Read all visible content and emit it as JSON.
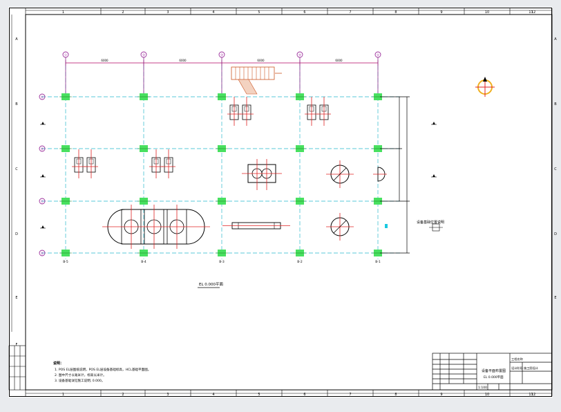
{
  "frame": {
    "top_numbers": [
      "1",
      "2",
      "3",
      "4",
      "5",
      "6",
      "7",
      "8",
      "9",
      "10",
      "11",
      "12"
    ],
    "bottom_numbers": [
      "1",
      "2",
      "3",
      "4",
      "5",
      "6",
      "7",
      "8",
      "9",
      "10",
      "11",
      "12"
    ],
    "side_letters": [
      "A",
      "B",
      "C",
      "D",
      "E",
      "F"
    ]
  },
  "grid": {
    "top_bubbles": [
      "①",
      "②",
      "③",
      "④",
      "⑤"
    ],
    "left_bubbles": [
      "Ⓐ",
      "Ⓑ",
      "Ⓒ",
      "Ⓓ"
    ],
    "bottom_labels": [
      "B-5",
      "B-4",
      "B-3",
      "B-2",
      "B-1"
    ],
    "spans": [
      "6000",
      "6000",
      "6000",
      "6000"
    ]
  },
  "plan_title": "EL 0.000平面",
  "notes": {
    "heading": "说明：",
    "lines": [
      "1. POS EL层图纸说明，POS EL层设备基础标高，HCL基础平面图。",
      "2. 图中尺寸以毫米计，标高以米计。",
      "3. 设备基础详见施工说明, 0.000。"
    ]
  },
  "title_block": {
    "title": "设备平面布置图",
    "subtitle": "EL 0.000平面",
    "scale": "1:100",
    "cells": [
      "工程名称",
      "设计阶段",
      "施工图设计"
    ]
  },
  "legend_label": "设备基础位置说明"
}
